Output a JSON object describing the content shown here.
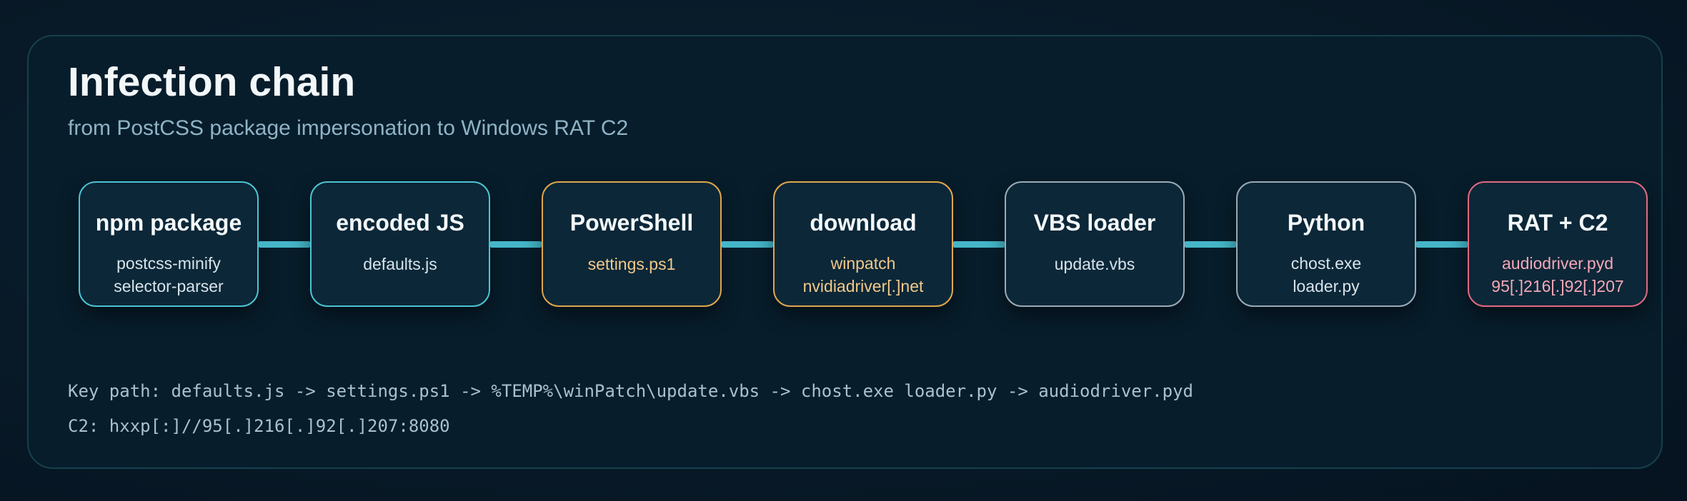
{
  "title": "Infection chain",
  "subtitle": "from PostCSS package impersonation to Windows RAT C2",
  "colors": {
    "connector": "#45b6c8",
    "cyan_border": "#4cc4d4",
    "orange_border": "#e0a84d",
    "gray_border": "#9aabb6",
    "red_border": "#e06a80",
    "orange_text": "#f2c98a",
    "red_text": "#f5a8b8",
    "light_text": "#d7e3ea"
  },
  "nodes": [
    {
      "name": "npm package",
      "details": [
        "postcss-minify",
        "selector-parser"
      ],
      "border": "#4cc4d4",
      "text_color": "#d7e3ea"
    },
    {
      "name": "encoded JS",
      "details": [
        "defaults.js"
      ],
      "border": "#4cc4d4",
      "text_color": "#d7e3ea"
    },
    {
      "name": "PowerShell",
      "details": [
        "settings.ps1"
      ],
      "border": "#e0a84d",
      "text_color": "#f2c98a"
    },
    {
      "name": "download",
      "details": [
        "winpatch",
        "nvidiadriver[.]net"
      ],
      "border": "#e0a84d",
      "text_color": "#f2c98a"
    },
    {
      "name": "VBS loader",
      "details": [
        "update.vbs"
      ],
      "border": "#9aabb6",
      "text_color": "#d7e3ea"
    },
    {
      "name": "Python",
      "details": [
        "chost.exe",
        "loader.py"
      ],
      "border": "#9aabb6",
      "text_color": "#d7e3ea"
    },
    {
      "name": "RAT + C2",
      "details": [
        "audiodriver.pyd",
        "95[.]216[.]92[.]207"
      ],
      "border": "#e06a80",
      "text_color": "#f5a8b8"
    }
  ],
  "key_path": "Key path: defaults.js -> settings.ps1 -> %TEMP%\\winPatch\\update.vbs -> chost.exe loader.py -> audiodriver.pyd",
  "c2": "C2: hxxp[:]//95[.]216[.]92[.]207:8080"
}
